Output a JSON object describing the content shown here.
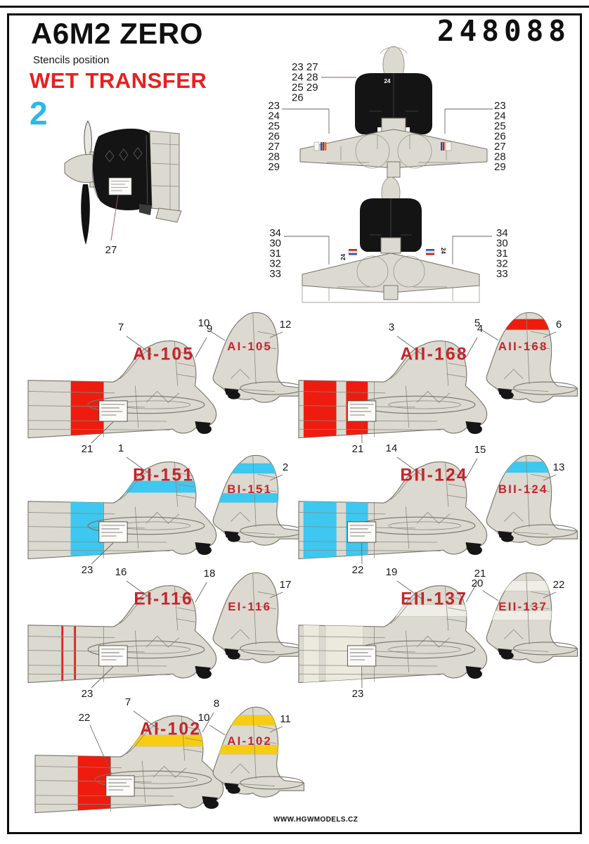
{
  "header": {
    "title": "A6M2 ZERO",
    "subtitle": "Stencils position",
    "transfer_type": "WET TRANSFER",
    "sheet_number": "2",
    "product_code": "248088"
  },
  "palette": {
    "accent_red": "#e8201d",
    "accent_cyan": "#2ab9e9",
    "band_red": "#ee1c0f",
    "band_cyan": "#3ec7f0",
    "band_yellow": "#f6cd13",
    "band_white": "#efeee6",
    "code_red": "#c5242c",
    "airframe": "#dcd9d0",
    "outline": "#76746a",
    "ink": "#111111"
  },
  "engine_view": {
    "callout": "27"
  },
  "front_view_top": {
    "cowl_label": "24",
    "cowl_group_callouts": [
      "23 27",
      "24 28",
      "25 29",
      "26"
    ],
    "left_callouts": [
      "23",
      "24",
      "25",
      "26",
      "27",
      "28",
      "29"
    ],
    "right_callouts": [
      "23",
      "24",
      "25",
      "26",
      "27",
      "28",
      "29"
    ]
  },
  "front_view_bottom": {
    "left_wing_label": "24",
    "right_wing_label": "24",
    "left_callouts": [
      "34",
      "30",
      "31",
      "32",
      "33"
    ],
    "right_callouts": [
      "34",
      "30",
      "31",
      "32",
      "33"
    ]
  },
  "rows": [
    {
      "groups": [
        {
          "code": "AI-105",
          "fin_band": "none",
          "fin_band_color": null,
          "fus_band": "wide",
          "fus_band_color": "#ee1c0f",
          "large_callouts": [
            "7",
            "9"
          ],
          "small_callouts": [
            "10",
            "12"
          ],
          "band_callout": "21"
        },
        {
          "code": "AII-168",
          "fin_band": "top",
          "fin_band_color": "#ee1c0f",
          "fus_band": "double",
          "fus_band_color": "#ee1c0f",
          "large_callouts": [
            "3",
            "4"
          ],
          "small_callouts": [
            "5",
            "6"
          ],
          "band_callout": "21"
        }
      ]
    },
    {
      "groups": [
        {
          "code": "BI-151",
          "fin_band": "double",
          "fin_band_color": "#3ec7f0",
          "fus_band": "wide",
          "fus_band_color": "#3ec7f0",
          "large_callouts": [
            "1"
          ],
          "small_callouts": [
            "2"
          ],
          "band_callout": "23"
        },
        {
          "code": "BII-124",
          "fin_band": "top",
          "fin_band_color": "#3ec7f0",
          "fus_band": "double",
          "fus_band_color": "#3ec7f0",
          "large_callouts": [
            "14",
            "15"
          ],
          "small_callouts": [
            "13"
          ],
          "band_callout": "22"
        }
      ]
    },
    {
      "groups": [
        {
          "code": "EI-116",
          "fin_band": "none",
          "fin_band_color": null,
          "fus_band": "pinstripes",
          "fus_band_color": "#e02616",
          "large_callouts": [
            "16",
            "18"
          ],
          "small_callouts": [
            "17"
          ],
          "band_callout": "23"
        },
        {
          "code": "EII-137",
          "fin_band": "double",
          "fin_band_color": "#efeee6",
          "fus_band": "white-double",
          "fus_band_color": "#eceade",
          "large_callouts": [
            "19",
            "21"
          ],
          "small_callouts": [
            "20",
            "22"
          ],
          "band_callout": "23"
        }
      ]
    },
    {
      "groups": [
        {
          "code": "AI-102",
          "fin_band": "double",
          "fin_band_color": "#f6cd13",
          "fus_band": "wide",
          "fus_band_color": "#ee1c0f",
          "large_callouts": [
            "7",
            "8"
          ],
          "small_callouts": [
            "10",
            "11"
          ],
          "band_callout": "22",
          "band_callout_pos": "top"
        }
      ]
    }
  ],
  "footer": {
    "website": "WWW.HGWMODELS.CZ"
  }
}
